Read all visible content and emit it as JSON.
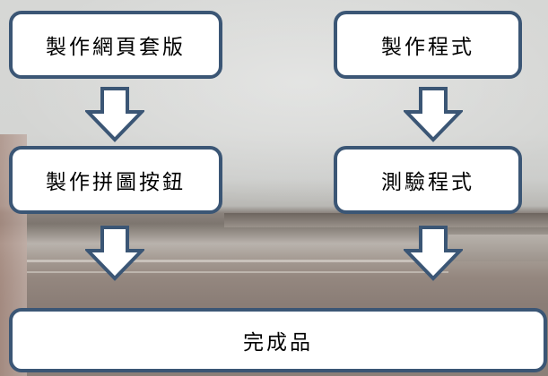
{
  "steps": {
    "web_template": "製作網頁套版",
    "program": "製作程式",
    "puzzle_button": "製作拼圖按鈕",
    "test_program": "測驗程式",
    "final_product": "完成品"
  },
  "colors": {
    "box_border": "#3b5675",
    "box_fill": "#ffffff",
    "arrow_stroke": "#3b5675"
  }
}
